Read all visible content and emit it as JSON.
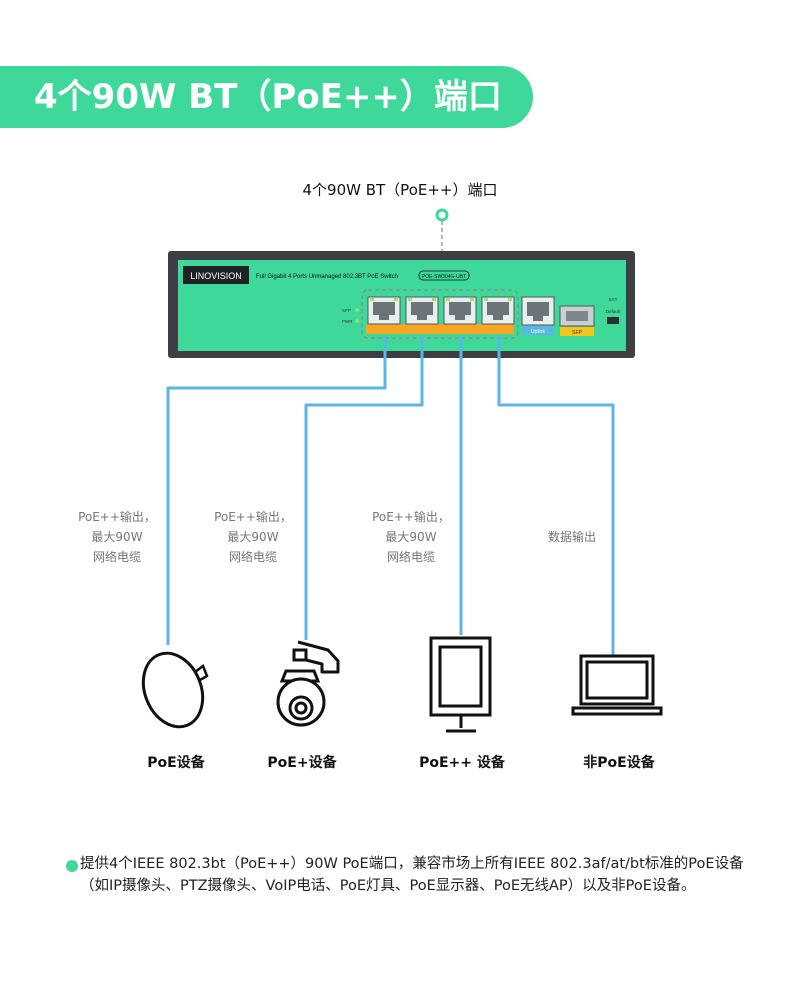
{
  "banner": {
    "title": "4个90W BT（PoE++）端口"
  },
  "diagram": {
    "port_title": "4个90W BT（PoE++）端口",
    "switch": {
      "brand": "LINOVISION",
      "model_desc": "Full Gigabit 4 Ports Unmanaged 802.3BT PoE Switch",
      "model_code": "POE-SW304G-UBT",
      "led_labels": [
        "SFP",
        "PWR"
      ],
      "uplink_label": "Uplink",
      "sfp_label": "SFP",
      "ext_label": "EXT",
      "default_label": "Default"
    },
    "cable_labels": [
      [
        "PoE++输出，",
        "最大90W",
        "网络电缆"
      ],
      [
        "PoE++输出，",
        "最大90W",
        "网络电缆"
      ],
      [
        "PoE++输出，",
        "最大90W",
        "网络电缆"
      ],
      [
        "数据输出"
      ]
    ],
    "devices": [
      {
        "name": "PoE设备",
        "icon": "ap-icon"
      },
      {
        "name": "PoE+设备",
        "icon": "ptz-camera-icon"
      },
      {
        "name": "PoE++ 设备",
        "icon": "display-icon"
      },
      {
        "name": "非PoE设备",
        "icon": "laptop-icon"
      }
    ]
  },
  "colors": {
    "accent": "#3ed99a",
    "cable": "#5ab6e3",
    "port_strip": "#f5a623"
  },
  "description": "提供4个IEEE 802.3bt（PoE++）90W PoE端口，兼容市场上所有IEEE 802.3af/at/bt标准的PoE设备（如IP摄像头、PTZ摄像头、VoIP电话、PoE灯具、PoE显示器、PoE无线AP）以及非PoE设备。"
}
